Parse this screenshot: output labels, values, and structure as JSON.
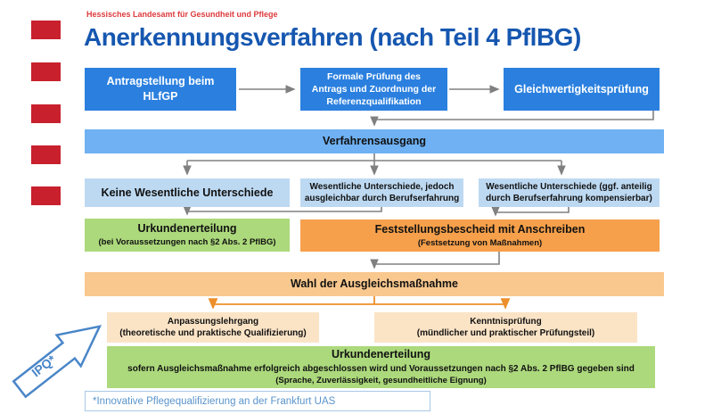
{
  "header": {
    "agency": "Hessisches Landesamt für Gesundheit und Pflege",
    "title": "Anerkennungsverfahren (nach Teil 4 PflBG)"
  },
  "colors": {
    "accent_red": "#c8202d",
    "title_blue": "#1657b0",
    "process_blue": "#2b80df",
    "band_blue": "#6fb1f2",
    "case_blue": "#bdd9f2",
    "result_green": "#acd97c",
    "result_orange": "#f6a04b",
    "choice_orange": "#f9c88e",
    "option_peach": "#fbe4c6",
    "connector_gray": "#808080",
    "connector_orange": "#ec8f2a",
    "footnote_blue": "#5a94cc"
  },
  "flow": {
    "step1": {
      "lines": [
        "Antragstellung beim",
        "HLfGP"
      ]
    },
    "step2": {
      "lines": [
        "Formale Prüfung des",
        "Antrags und Zuordnung der",
        "Referenzqualifikation"
      ]
    },
    "step3": {
      "label": "Gleichwertigkeitsprüfung"
    },
    "outcome": {
      "label": "Verfahrensausgang"
    },
    "case1": {
      "label": "Keine Wesentliche Unterschiede"
    },
    "case2": {
      "lines": [
        "Wesentliche Unterschiede, jedoch",
        "ausgleichbar durch Berufserfahrung"
      ]
    },
    "case3": {
      "lines": [
        "Wesentliche Unterschiede (ggf. anteilig",
        "durch Berufserfahrung kompensierbar)"
      ]
    },
    "certificate1": {
      "title": "Urkundenerteilung",
      "subtitle": "(bei Voraussetzungen nach §2 Abs. 2 PflBG)"
    },
    "notice": {
      "title": "Feststellungsbescheid mit Anschreiben",
      "subtitle": "(Festsetzung von Maßnahmen)"
    },
    "choice": {
      "label": "Wahl der Ausgleichsmaßnahme"
    },
    "option1": {
      "lines": [
        "Anpassungslehrgang",
        "(theoretische und praktische Qualifizierung)"
      ]
    },
    "option2": {
      "lines": [
        "Kenntnisprüfung",
        "(mündlicher und praktischer Prüfungsteil)"
      ]
    },
    "certificate2": {
      "title": "Urkundenerteilung",
      "line2": "sofern Ausgleichsmaßnahme erfolgreich abgeschlossen wird und Voraussetzungen nach §2 Abs. 2 PflBG gegeben sind",
      "line3": "(Sprache, Zuverlässigkeit, gesundheitliche Eignung)"
    }
  },
  "annotations": {
    "ipq_label": "IPQ*",
    "footnote": "*Innovative Pflegequalifizierung an der Frankfurt UAS"
  }
}
